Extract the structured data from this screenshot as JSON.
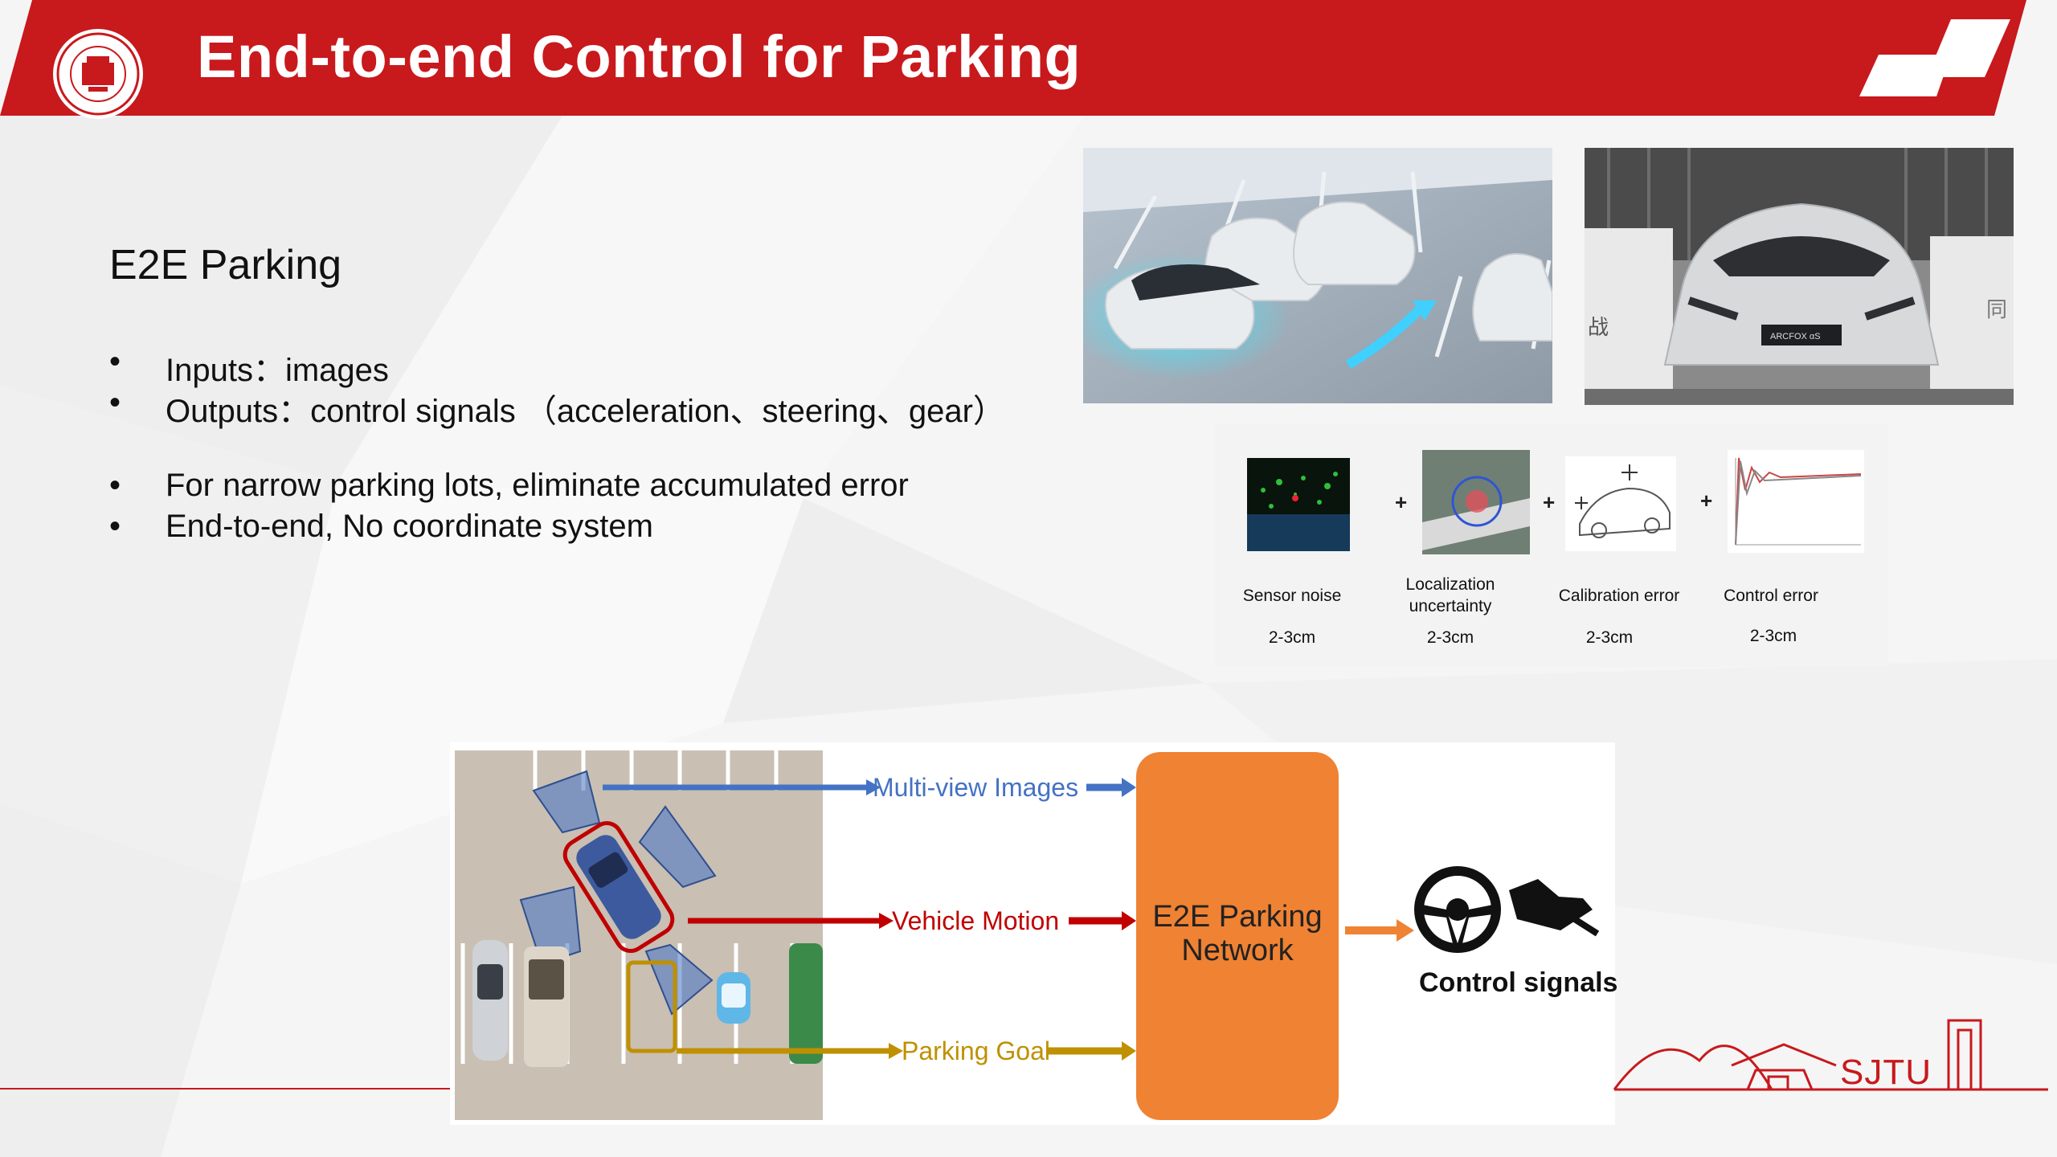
{
  "header": {
    "title": "End-to-end Control for Parking"
  },
  "main": {
    "subtitle": "E2E Parking",
    "bullets": [
      "Inputs：images",
      "Outputs：control signals （acceleration、steering、gear）",
      "For narrow parking lots, eliminate accumulated error",
      "End-to-end, No coordinate system"
    ]
  },
  "errors": [
    {
      "label": "Sensor noise",
      "value": "2-3cm"
    },
    {
      "label": "Localization uncertainty",
      "value": "2-3cm"
    },
    {
      "label": "Calibration error",
      "value": "2-3cm"
    },
    {
      "label": "Control error",
      "value": "2-3cm"
    }
  ],
  "plus_sign": "+",
  "pipeline": {
    "inputs": [
      {
        "label": "Multi-view Images",
        "color": "#4472c4"
      },
      {
        "label": "Vehicle Motion",
        "color": "#c00000"
      },
      {
        "label": "Parking Goal",
        "color": "#bf9000"
      }
    ],
    "network_label": "E2E Parking Network",
    "network_color": "#ef8233",
    "output_label": "Control signals"
  },
  "photos": {
    "car_badge": "ARCFOX αS",
    "left_sign": "战",
    "right_sign": "同"
  },
  "brand": {
    "sjtu": "SJTU",
    "accent": "#c8191d"
  }
}
